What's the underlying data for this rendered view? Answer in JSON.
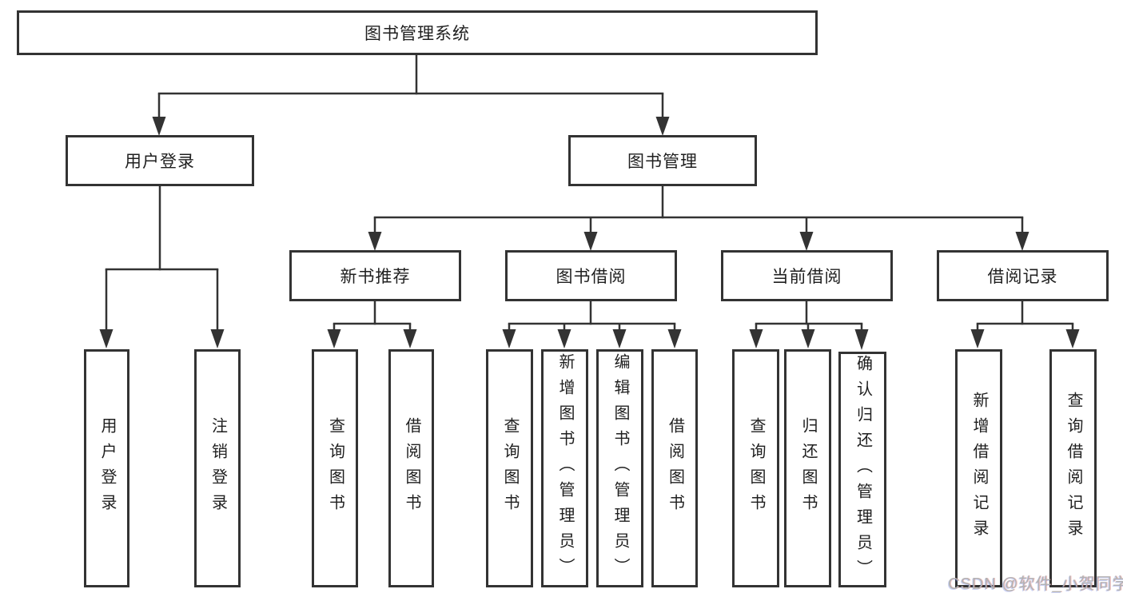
{
  "diagram": {
    "root": {
      "label": "图书管理系统"
    },
    "branches": [
      {
        "label": "用户登录",
        "children": [
          {
            "label": "用户登录"
          },
          {
            "label": "注销登录"
          }
        ]
      },
      {
        "label": "图书管理",
        "children": [
          {
            "label": "新书推荐",
            "children": [
              {
                "label": "查询图书"
              },
              {
                "label": "借阅图书"
              }
            ]
          },
          {
            "label": "图书借阅",
            "children": [
              {
                "label": "查询图书"
              },
              {
                "label": "新增图书（管理员）"
              },
              {
                "label": "编辑图书（管理员）"
              },
              {
                "label": "借阅图书"
              }
            ]
          },
          {
            "label": "当前借阅",
            "children": [
              {
                "label": "查询图书"
              },
              {
                "label": "归还图书"
              },
              {
                "label": "确认归还（管理员）"
              }
            ]
          },
          {
            "label": "借阅记录",
            "children": [
              {
                "label": "新增借阅记录"
              },
              {
                "label": "查询借阅记录"
              }
            ]
          }
        ]
      }
    ]
  },
  "watermark": {
    "text": "CSDN @软件_小贺同学"
  },
  "colors": {
    "line": "#333333",
    "text": "#1f1f1f",
    "watermark": "#b3b3b3",
    "background": "#ffffff"
  }
}
